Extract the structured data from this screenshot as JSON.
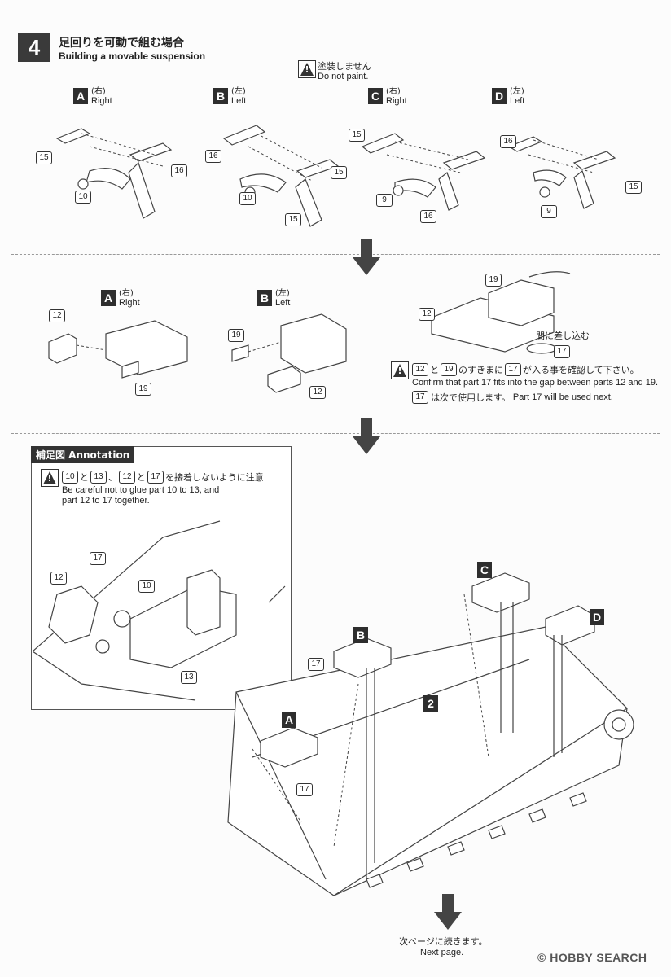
{
  "step": {
    "number": "4",
    "title_jp": "足回りを可動で組む場合",
    "title_en": "Building a movable suspension"
  },
  "notice_top": {
    "jp": "塗装しません",
    "en": "Do not paint.",
    "icon": "warning-icon"
  },
  "variants_row1": [
    {
      "letter": "A",
      "sub": "(右)",
      "en": "Right",
      "parts": [
        "15",
        "16",
        "10"
      ]
    },
    {
      "letter": "B",
      "sub": "(左)",
      "en": "Left",
      "parts": [
        "16",
        "15",
        "10",
        "15"
      ]
    },
    {
      "letter": "C",
      "sub": "(右)",
      "en": "Right",
      "parts": [
        "15",
        "9",
        "16"
      ]
    },
    {
      "letter": "D",
      "sub": "(左)",
      "en": "Left",
      "parts": [
        "16",
        "15",
        "9"
      ]
    }
  ],
  "variants_row2": [
    {
      "letter": "A",
      "sub": "(右)",
      "en": "Right",
      "parts": [
        "12",
        "19"
      ]
    },
    {
      "letter": "B",
      "sub": "(左)",
      "en": "Left",
      "parts": [
        "19",
        "12"
      ]
    }
  ],
  "insert_detail": {
    "parts": [
      "19",
      "12",
      "17"
    ],
    "label_jp": "間に差し込む"
  },
  "confirm_note": {
    "jp_parts": [
      "12",
      "と",
      "19",
      "のすきまに",
      "17",
      "が入る事を確認して下さい。"
    ],
    "en": "Confirm that part 17 fits into the gap between parts 12 and 19.",
    "next_jp_part": "17",
    "next_jp_text": "は次で使用します。",
    "next_en": "Part 17 will be used next."
  },
  "annotation": {
    "header": "補足図 Annotation",
    "jp_line": "10と13、12と17を接着しないように注意",
    "jp_tokens": [
      "10",
      "と",
      "13",
      "、",
      "12",
      "と",
      "17",
      "を接着しないように注意"
    ],
    "en_line1": "Be careful not to glue part 10 to 13, and",
    "en_line2": "part 12 to 17 together.",
    "parts": [
      "17",
      "12",
      "10",
      "13"
    ]
  },
  "assembly": {
    "labels": [
      "A",
      "B",
      "C",
      "D"
    ],
    "parts": [
      "17",
      "17",
      "2"
    ]
  },
  "footer": {
    "jp": "次ページに続きます。",
    "en": "Next page."
  },
  "watermark": "© HOBBY SEARCH"
}
